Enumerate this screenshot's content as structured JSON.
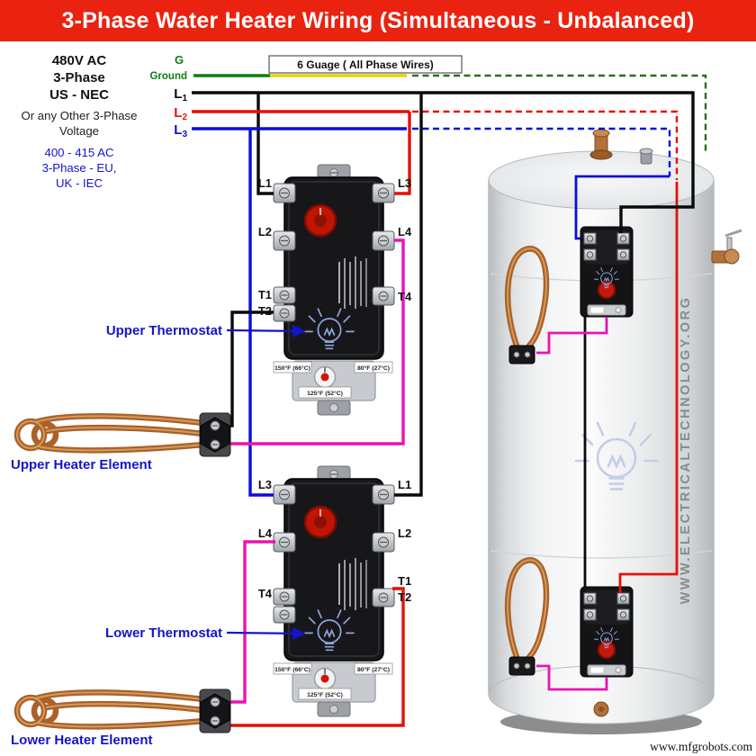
{
  "header": {
    "title": "3-Phase Water Heater Wiring (Simultaneous - Unbalanced)"
  },
  "supply_panel": {
    "nec": [
      "480V AC",
      "3-Phase",
      "US - NEC"
    ],
    "alt": [
      "Or any Other 3-Phase",
      "Voltage"
    ],
    "iec": [
      "400 - 415 AC",
      "3-Phase - EU,",
      "UK - IEC"
    ]
  },
  "bus": {
    "ground_letter": "G",
    "ground_word": "Ground",
    "gauge_note": "6 Guage ( All Phase Wires)",
    "lines": [
      {
        "name": "L",
        "sub": "1",
        "color": "#0a0a0a"
      },
      {
        "name": "L",
        "sub": "2",
        "color": "#e31109"
      },
      {
        "name": "L",
        "sub": "3",
        "color": "#0d0dd6"
      }
    ]
  },
  "colors": {
    "header_bg": "#e92310",
    "ground_green": "#0f7d12",
    "ground_yellow": "#e8d209",
    "ground_dash": "#2a6e1f",
    "l1_black": "#0a0a0a",
    "l2_red": "#e31109",
    "l3_blue": "#0d0dd6",
    "element_magenta": "#ea12b4",
    "label_blue": "#1414cc",
    "copper": "#a8622a"
  },
  "upper_thermostat": {
    "label": "Upper Thermostat",
    "left_terminals": [
      "L1",
      "L2",
      "T1",
      "T2"
    ],
    "right_terminals": [
      "L3",
      "L4",
      "T4"
    ],
    "temps": {
      "left": "150°F (66°C)",
      "right": "80°F (27°C)",
      "bottom": "125°F (52°C)"
    }
  },
  "lower_thermostat": {
    "label": "Lower Thermostat",
    "left_terminals": [
      "L3",
      "L4",
      "T4"
    ],
    "right_terminals": [
      "L1",
      "L2",
      "T1",
      "T2"
    ],
    "temps": {
      "left": "150°F (66°C)",
      "right": "80°F (27°C)",
      "bottom": "125°F (52°C)"
    }
  },
  "heater_elements": {
    "upper_label": "Upper Heater Element",
    "lower_label": "Lower Heater Element"
  },
  "watermarks": {
    "tank_site": "WWW.ELECTRICALTECHNOLOGY.ORG",
    "footer_site": "www.mfgrobots.com"
  }
}
